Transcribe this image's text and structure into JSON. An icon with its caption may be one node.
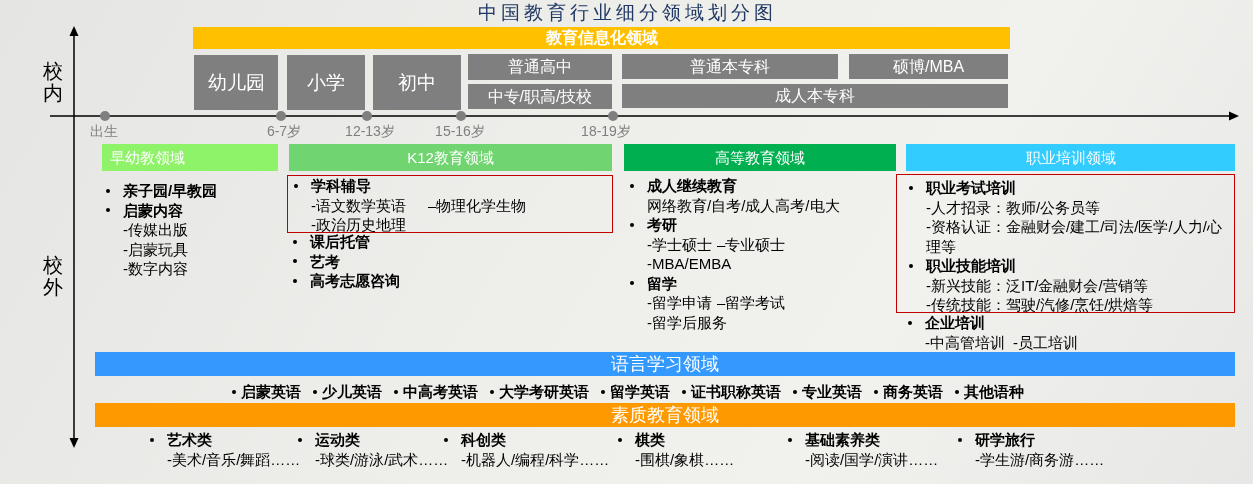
{
  "diagram": {
    "title": "中国教育行业细分领域划分图",
    "nodes": [
      {
        "text": [
          "教育信息化领域"
        ]
      },
      {
        "text": [
          "幼儿园"
        ]
      },
      {
        "text": [
          "小学"
        ]
      },
      {
        "text": [
          "初中"
        ]
      },
      {
        "text": [
          "普通高中"
        ]
      },
      {
        "text": [
          "中专/职高/技校"
        ]
      },
      {
        "text": [
          "普通本专科"
        ]
      },
      {
        "text": [
          "硕博/MBA"
        ]
      },
      {
        "text": [
          "成人本专科"
        ]
      },
      {
        "text": [
          "早幼教领域"
        ],
        "beside": [
          "亲子园/早教园",
          "启蒙内容",
          "-传媒出版",
          "-启蒙玩具",
          "-数字内容"
        ]
      },
      {
        "text": [
          "K12教育领域"
        ],
        "beside": [
          "课后托管",
          "艺考",
          "高考志愿咨询"
        ]
      },
      {
        "text": [
          "高等教育领域"
        ],
        "beside": [
          "成人继续教育",
          "网络教育/自考/成人高考/电大",
          "考研",
          "-学士硕士",
          "–专业硕士",
          "-MBA/EMBA",
          "留学",
          "-留学申请",
          "–留学考试",
          "-留学后服务"
        ]
      },
      {
        "text": [
          "职业培训领域"
        ],
        "beside": [
          "企业培训",
          "-中高管培训",
          "-员工培训"
        ]
      },
      {
        "text": [
          "学科辅导",
          "-语文数学英语",
          "–物理化学生物",
          "-政治历史地理"
        ]
      },
      {
        "text": [
          "职业考试培训",
          "-人才招录：教师/公务员等",
          "-资格认证：金融财会/建工/司法/医学/人力/心理等",
          "职业技能培训",
          "-新兴技能：泛IT/金融财会/营销等",
          "-传统技能：驾驶/汽修/烹饪/烘焙等"
        ]
      },
      {
        "text": [
          "语言学习领域"
        ],
        "beside": [
          "启蒙英语",
          "少儿英语",
          "中高考英语",
          "大学考研英语",
          "留学英语",
          "证书职称英语",
          "专业英语",
          "商务英语",
          "其他语种"
        ]
      },
      {
        "text": [
          "素质教育领域"
        ],
        "beside": [
          "艺术类",
          "-美术/音乐/舞蹈……",
          "运动类",
          "-球类/游泳/武术……",
          "科创类",
          "-机器人/编程/科学……",
          "棋类",
          "-围棋/象棋……",
          "基础素养类",
          "-阅读/国学/演讲……",
          "研学旅行",
          "-学生游/商务游……"
        ]
      }
    ],
    "labels": [
      "校内",
      "出生",
      "6-7岁",
      "12-13岁",
      "15-16岁",
      "18-19岁",
      "校外"
    ]
  }
}
